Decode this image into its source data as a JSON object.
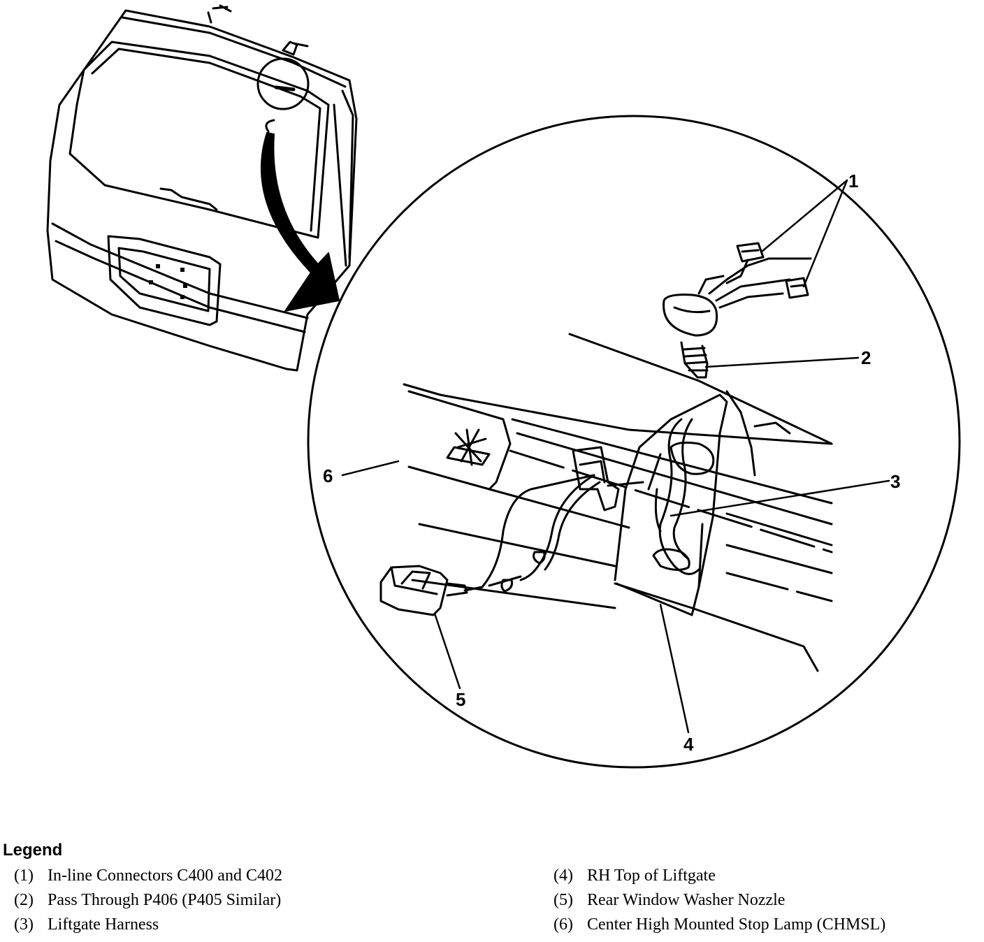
{
  "callouts": {
    "c1": "1",
    "c2": "2",
    "c3": "3",
    "c4": "4",
    "c5": "5",
    "c6": "6"
  },
  "legend": {
    "title": "Legend",
    "items": [
      {
        "num": "(1)",
        "label": "In-line Connectors C400 and C402"
      },
      {
        "num": "(2)",
        "label": "Pass Through P406 (P405 Similar)"
      },
      {
        "num": "(3)",
        "label": "Liftgate Harness"
      },
      {
        "num": "(4)",
        "label": "RH Top of Liftgate"
      },
      {
        "num": "(5)",
        "label": "Rear Window Washer Nozzle"
      },
      {
        "num": "(6)",
        "label": "Center High Mounted Stop Lamp (CHMSL)"
      }
    ]
  }
}
